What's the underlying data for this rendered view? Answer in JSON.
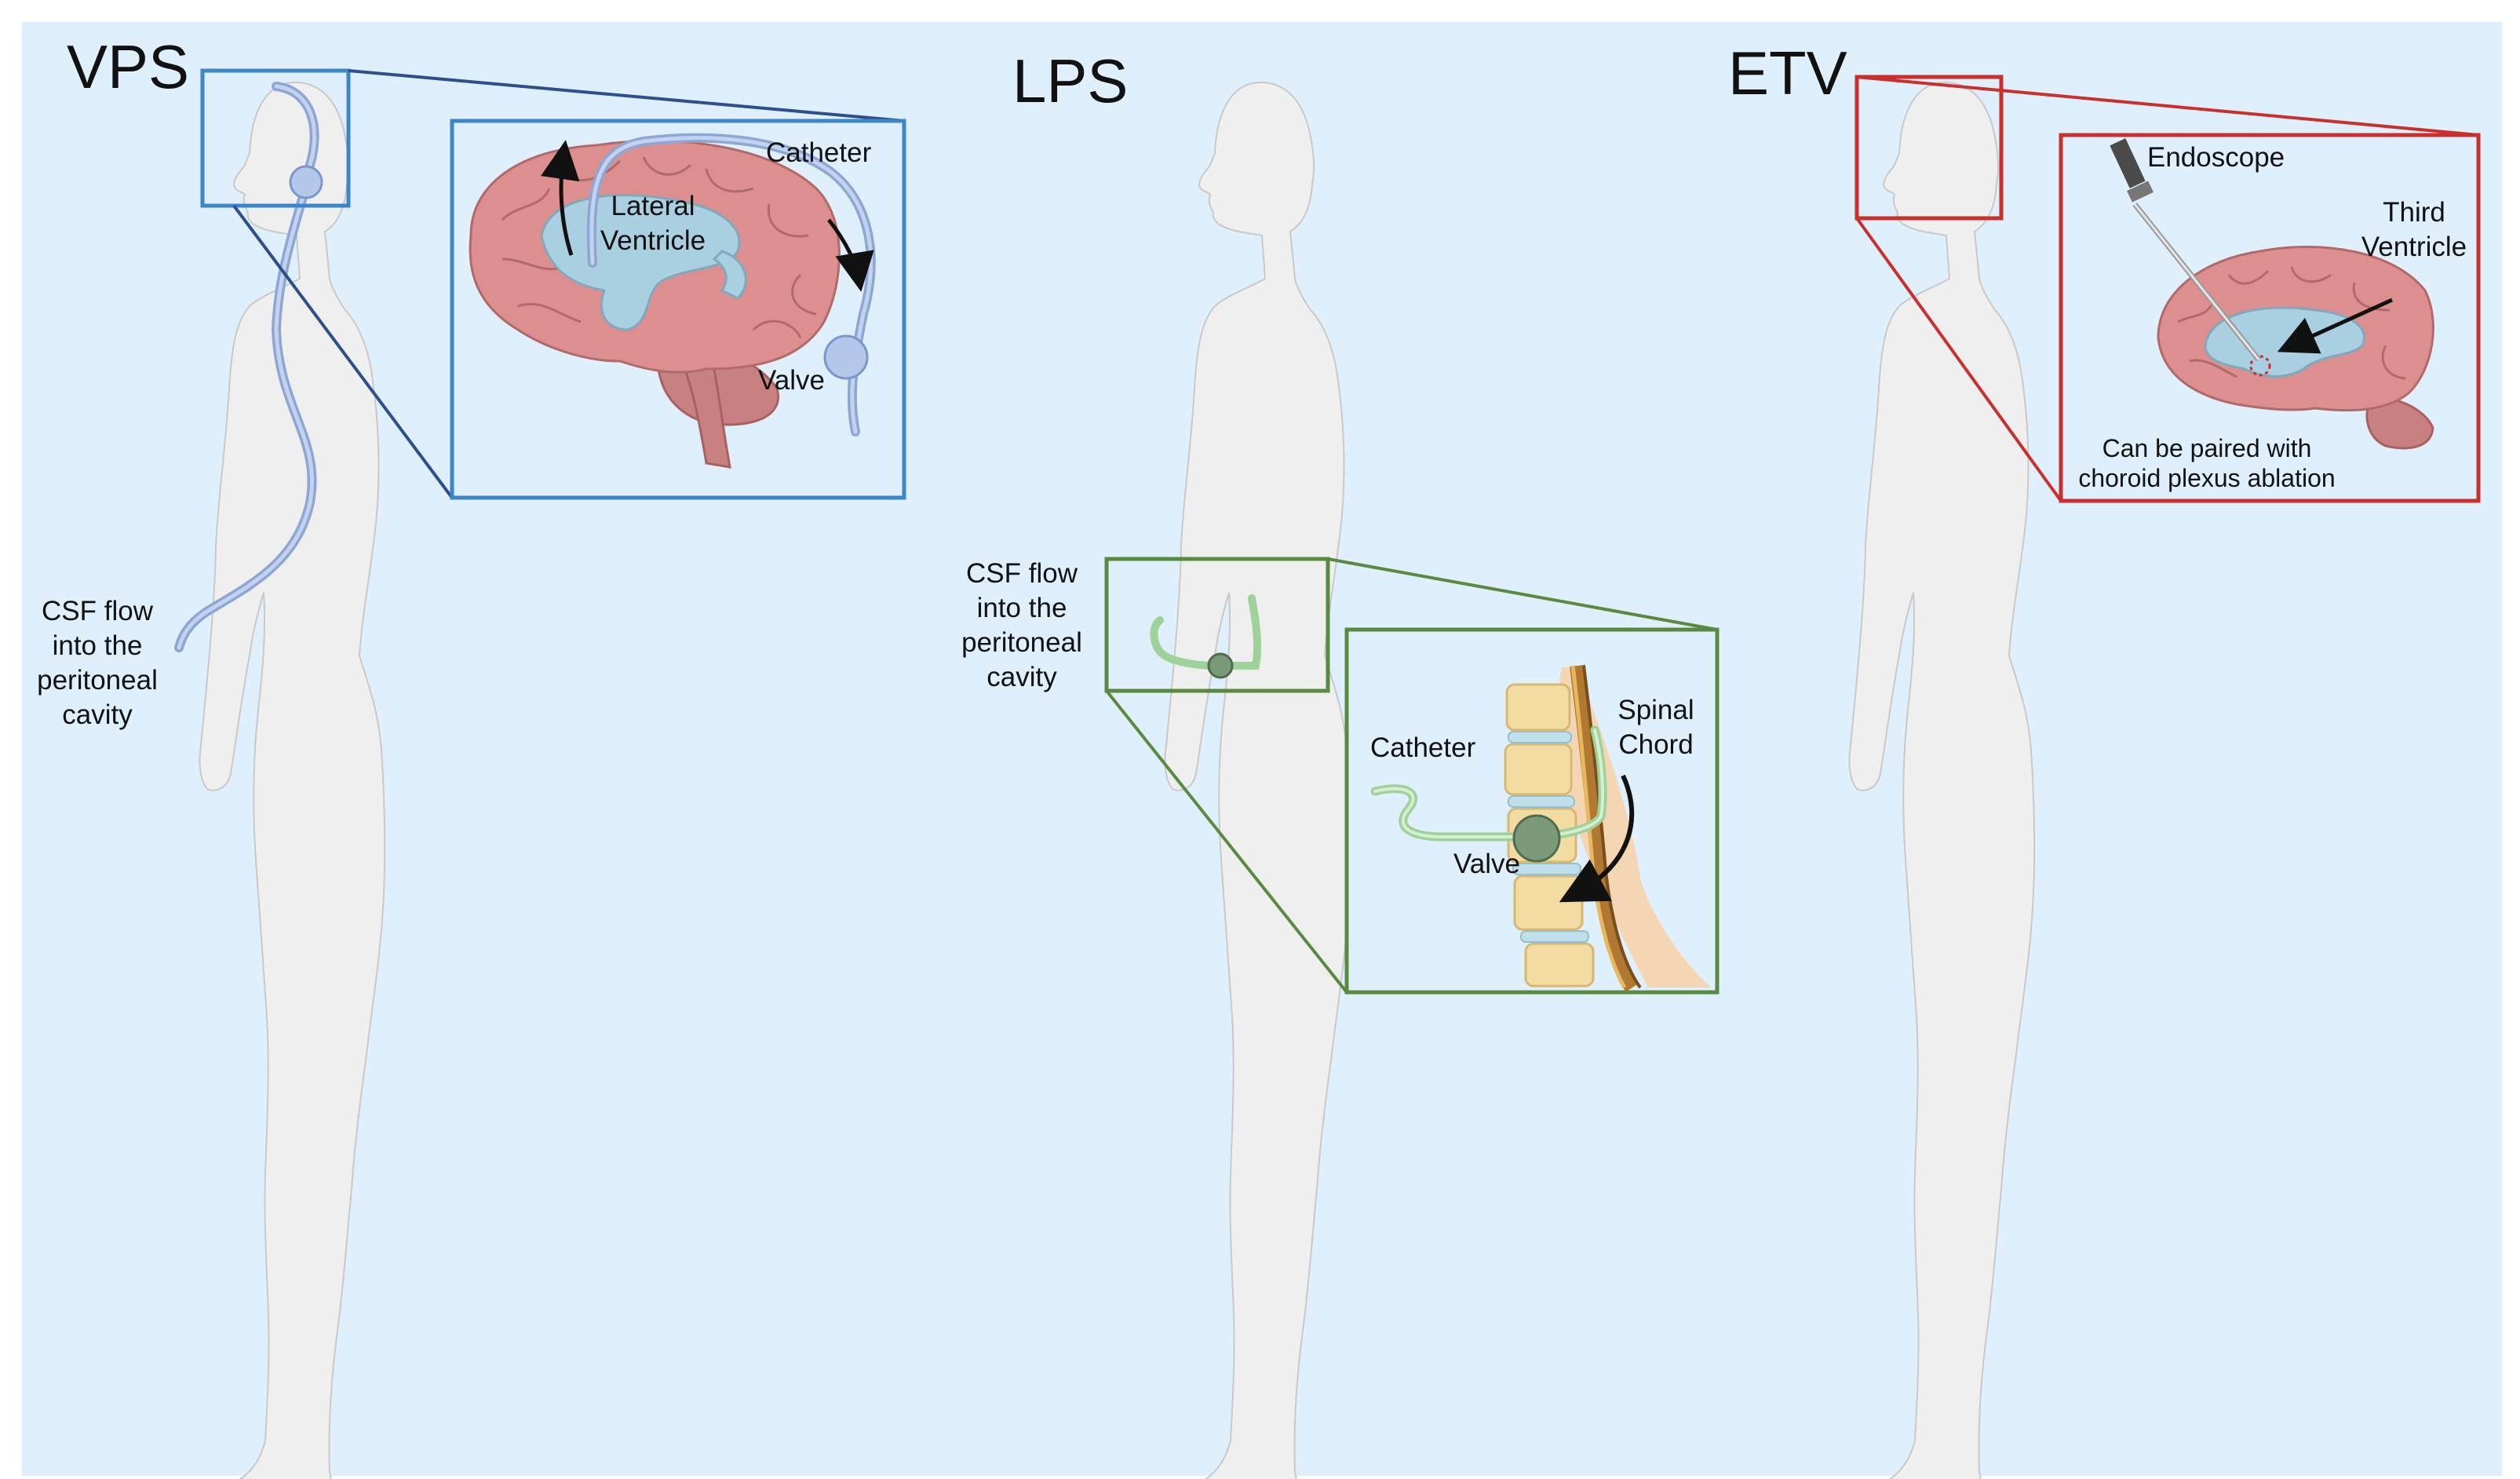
{
  "panels": {
    "vps": {
      "title": "VPS",
      "flow_label": [
        "CSF flow",
        "into the",
        "peritoneal",
        "cavity"
      ],
      "inset": {
        "catheter": "Catheter",
        "ventricle": [
          "Lateral",
          "Ventricle"
        ],
        "valve": "Valve"
      }
    },
    "lps": {
      "title": "LPS",
      "flow_label": [
        "CSF flow",
        "into the",
        "peritoneal",
        "cavity"
      ],
      "inset": {
        "catheter": "Catheter",
        "cord": [
          "Spinal",
          "Chord"
        ],
        "valve": "Valve"
      }
    },
    "etv": {
      "title": "ETV",
      "inset": {
        "endoscope": "Endoscope",
        "ventricle": [
          "Third",
          "Ventricle"
        ],
        "note": [
          "Can be paired with",
          "choroid plexus ablation"
        ]
      }
    }
  },
  "colors": {
    "background": "#dff0fc",
    "vps_accent": "#3b86c8",
    "lps_accent": "#5a8a3f",
    "etv_accent": "#c9302c",
    "body_fill": "#efefef",
    "brain_fill": "#dd8f8f",
    "ventricle_fill": "#a9cfe0",
    "vps_catheter": "#a8bde0",
    "lps_catheter": "#b5dcb0"
  }
}
